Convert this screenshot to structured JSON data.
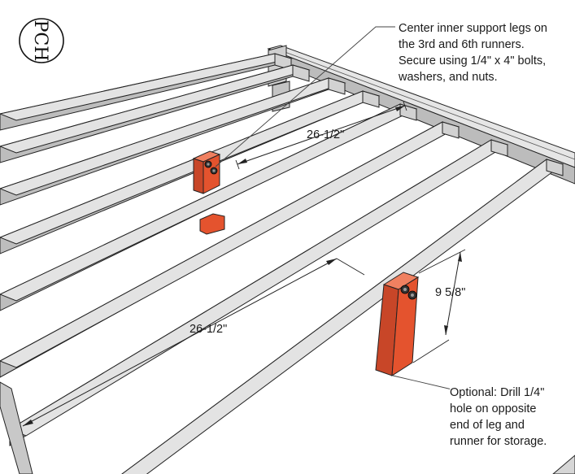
{
  "logo": {
    "letters": "PCH"
  },
  "callouts": {
    "top": [
      "Center inner support legs on",
      "the 3rd and 6th runners.",
      "Secure using 1/4\" x 4\" bolts,",
      "washers, and nuts."
    ],
    "bottom": [
      "Optional: Drill 1/4\"",
      "hole on opposite",
      "end of leg and",
      "runner for storage."
    ]
  },
  "dimensions": {
    "upper_spacing": "26-1/2\"",
    "lower_spacing": "26-1/2\"",
    "leg_height": "9 5/8\""
  },
  "colors": {
    "lumber_top": "#e3e3e3",
    "lumber_side": "#bdbdbd",
    "leg": "#e4532e",
    "leg_dark": "#b93a1c",
    "outline": "#222222"
  }
}
